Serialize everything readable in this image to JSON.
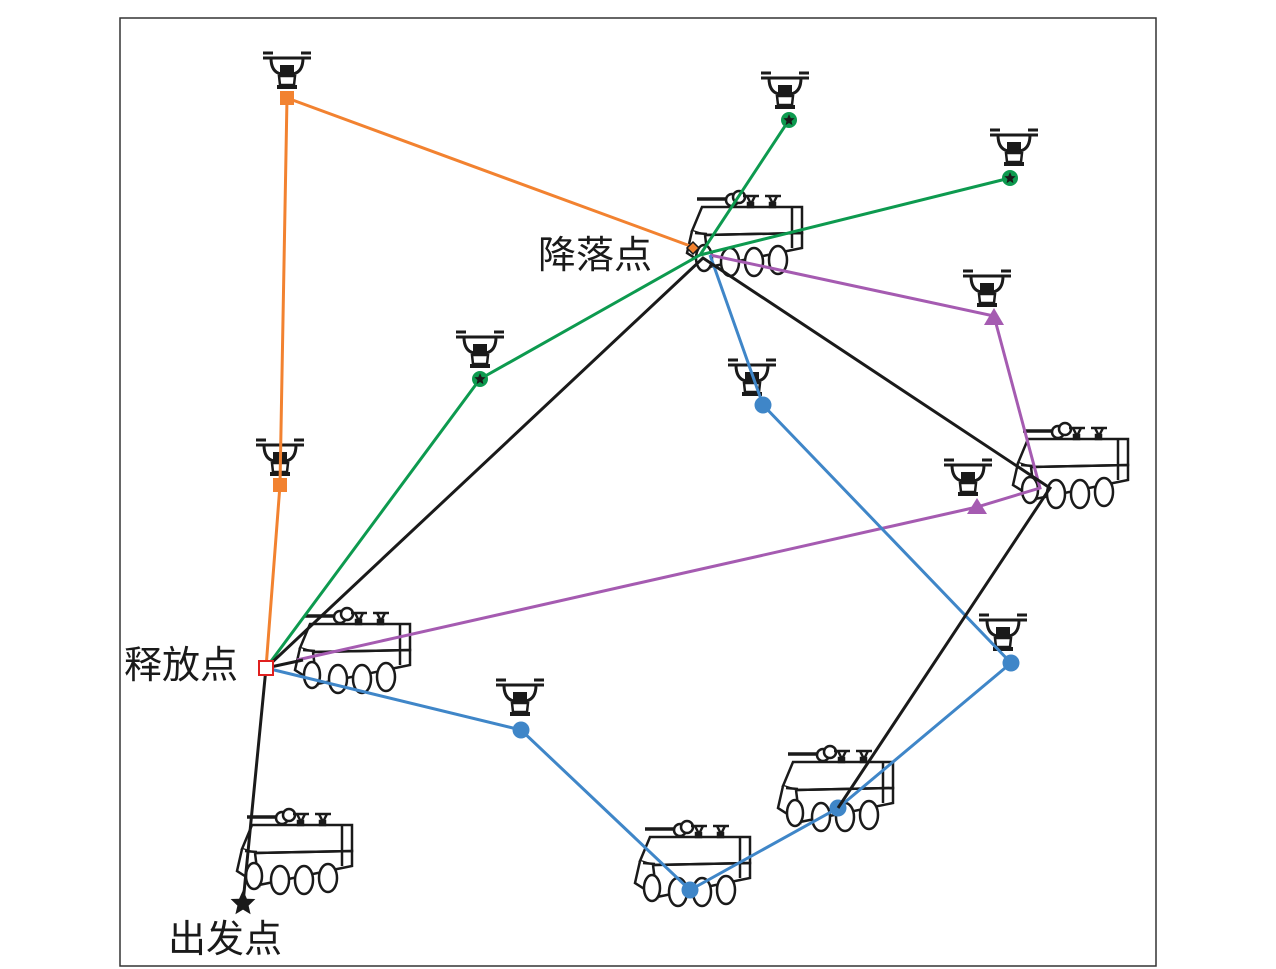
{
  "labels": {
    "start": "出发点",
    "release": "释放点",
    "landing": "降落点"
  },
  "colors": {
    "truck_route": "#1a1a1a",
    "route_orange": "#f28230",
    "route_green": "#0d9a4f",
    "route_purple": "#a55bb1",
    "route_blue": "#3f86c8",
    "release_marker": "#e0201f"
  },
  "icons": [
    "drone-icon",
    "truck-icon",
    "star-icon"
  ]
}
